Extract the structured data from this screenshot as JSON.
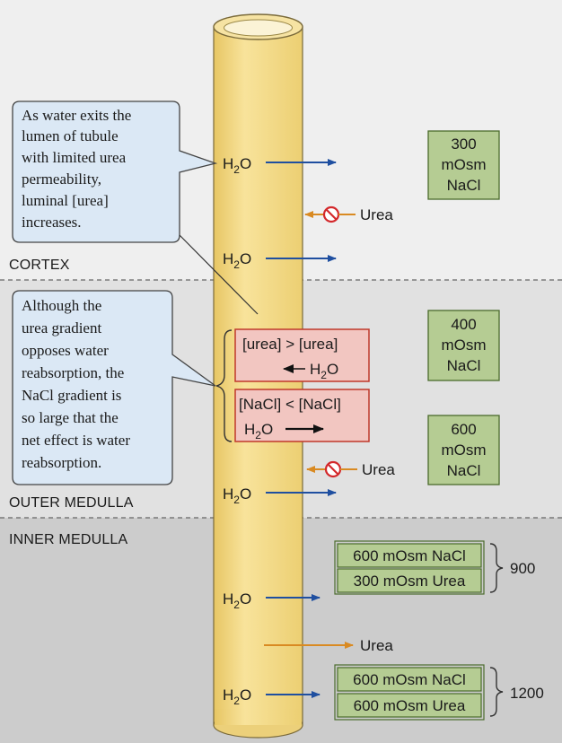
{
  "regions": {
    "cortex": "CORTEX",
    "outer_medulla": "OUTER MEDULLA",
    "inner_medulla": "INNER MEDULLA"
  },
  "callouts": {
    "top": [
      "As water exits the",
      "lumen of tubule",
      "with limited urea",
      "permeability,",
      "luminal [urea]",
      "increases."
    ],
    "bottom": [
      "Although the",
      "urea gradient",
      "opposes water",
      "reabsorption, the",
      "NaCl gradient is",
      "so large that the",
      "net effect is water",
      "reabsorption."
    ]
  },
  "water": {
    "h": "H",
    "sub": "2",
    "o": "O"
  },
  "urea_label": "Urea",
  "gradient_boxes": {
    "urea_text": "[urea] > [urea]",
    "nacl_text": "[NaCl] < [NaCl]"
  },
  "interstitium": {
    "box_300": [
      "300",
      "mOsm",
      "NaCl"
    ],
    "box_400": [
      "400",
      "mOsm",
      "NaCl"
    ],
    "box_600": [
      "600",
      "mOsm",
      "NaCl"
    ],
    "pair_900": {
      "nacl": "600 mOsm NaCl",
      "urea": "300 mOsm Urea",
      "total": "900"
    },
    "pair_1200": {
      "nacl": "600 mOsm NaCl",
      "urea": "600 mOsm Urea",
      "total": "1200"
    }
  },
  "colors": {
    "cortex_bg": "#efefef",
    "outer_bg": "#e1e1e1",
    "inner_bg": "#cccccc",
    "tube_fill": "#f6dc87",
    "callout_fill": "#dbe8f5",
    "green_box": "#b5cc93",
    "pink_box": "#f2c6c1",
    "water_arrow": "#1f4fa0",
    "urea_arrow": "#d98a22",
    "block_red": "#d3282b"
  }
}
